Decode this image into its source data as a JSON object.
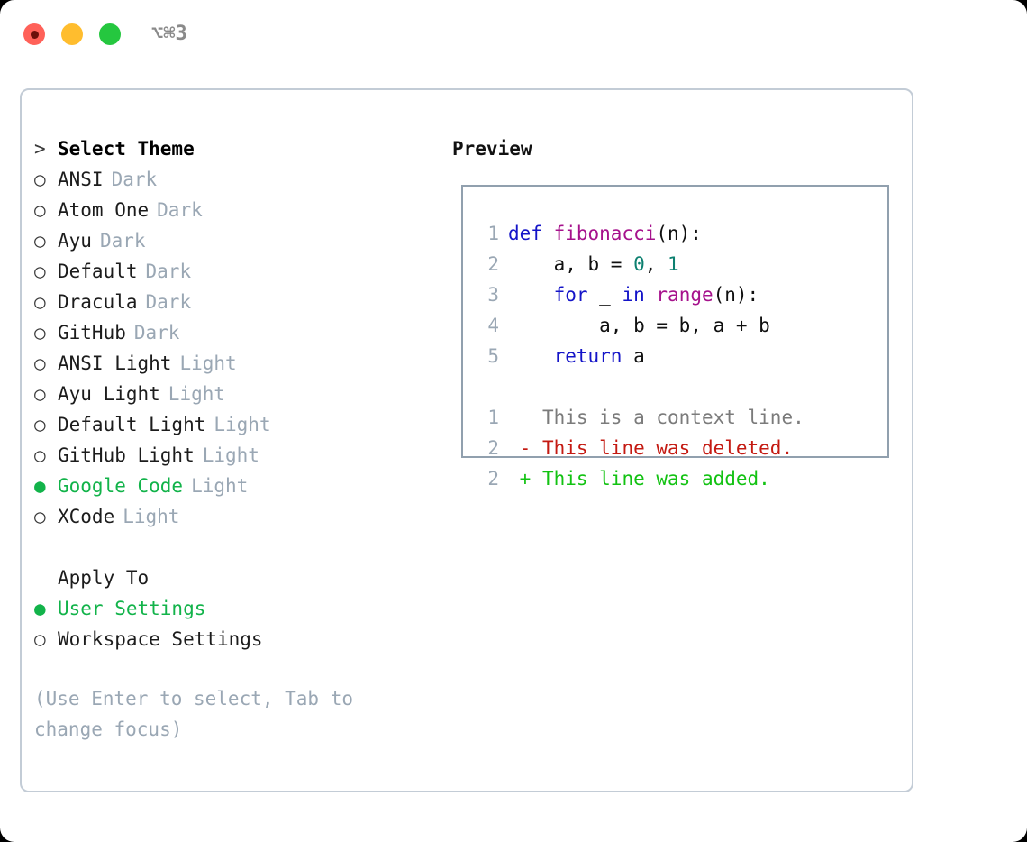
{
  "titlebar": {
    "traffic_lights": [
      "close-red",
      "minimize-yellow",
      "maximize-green"
    ],
    "shortcut": "⌥⌘3"
  },
  "theme_picker": {
    "heading_marker": ">",
    "heading": "Select Theme",
    "marker_unselected": "○",
    "marker_selected": "●",
    "items": [
      {
        "marker": "○",
        "label": "ANSI",
        "variant": "Dark",
        "selected": false
      },
      {
        "marker": "○",
        "label": "Atom One",
        "variant": "Dark",
        "selected": false
      },
      {
        "marker": "○",
        "label": "Ayu",
        "variant": "Dark",
        "selected": false
      },
      {
        "marker": "○",
        "label": "Default",
        "variant": "Dark",
        "selected": false
      },
      {
        "marker": "○",
        "label": "Dracula",
        "variant": "Dark",
        "selected": false
      },
      {
        "marker": "○",
        "label": "GitHub",
        "variant": "Dark",
        "selected": false
      },
      {
        "marker": "○",
        "label": "ANSI Light",
        "variant": "Light",
        "selected": false
      },
      {
        "marker": "○",
        "label": "Ayu Light",
        "variant": "Light",
        "selected": false
      },
      {
        "marker": "○",
        "label": "Default Light",
        "variant": "Light",
        "selected": false
      },
      {
        "marker": "○",
        "label": "GitHub Light",
        "variant": "Light",
        "selected": false
      },
      {
        "marker": "●",
        "label": "Google Code",
        "variant": "Light",
        "selected": true
      },
      {
        "marker": "○",
        "label": "XCode",
        "variant": "Light",
        "selected": false
      }
    ]
  },
  "apply_to": {
    "heading": "Apply To",
    "options": [
      {
        "marker": "●",
        "label": "User Settings",
        "selected": true
      },
      {
        "marker": "○",
        "label": "Workspace Settings",
        "selected": false
      }
    ]
  },
  "hint": {
    "line1": "(Use Enter to select, Tab to",
    "line2": "change focus)"
  },
  "preview": {
    "title": "Preview",
    "code_lines": [
      {
        "n": "1",
        "tokens": [
          {
            "t": "def ",
            "c": "kw"
          },
          {
            "t": "fibonacci",
            "c": "fn"
          },
          {
            "t": "(n):",
            "c": "pl"
          }
        ]
      },
      {
        "n": "2",
        "tokens": [
          {
            "t": "    a, b = ",
            "c": "pl"
          },
          {
            "t": "0",
            "c": "num"
          },
          {
            "t": ", ",
            "c": "pl"
          },
          {
            "t": "1",
            "c": "num"
          }
        ]
      },
      {
        "n": "3",
        "tokens": [
          {
            "t": "    ",
            "c": "pl"
          },
          {
            "t": "for",
            "c": "kw"
          },
          {
            "t": " _ ",
            "c": "pl"
          },
          {
            "t": "in",
            "c": "kw"
          },
          {
            "t": " ",
            "c": "pl"
          },
          {
            "t": "range",
            "c": "fn"
          },
          {
            "t": "(n):",
            "c": "pl"
          }
        ]
      },
      {
        "n": "4",
        "tokens": [
          {
            "t": "        a, b = b, a + b",
            "c": "pl"
          }
        ]
      },
      {
        "n": "5",
        "tokens": [
          {
            "t": "    ",
            "c": "pl"
          },
          {
            "t": "return",
            "c": "kw"
          },
          {
            "t": " a",
            "c": "pl"
          }
        ]
      }
    ],
    "diff_lines": [
      {
        "n": "1",
        "sign": " ",
        "text": " This is a context line.",
        "kind": "ctx"
      },
      {
        "n": "2",
        "sign": "-",
        "text": " This line was deleted.",
        "kind": "del"
      },
      {
        "n": "2",
        "sign": "+",
        "text": " This line was added.",
        "kind": "add"
      }
    ]
  },
  "colors": {
    "accent_green": "#12b34a",
    "muted": "#9aa7b4",
    "border": "#c3ccd6",
    "preview_border": "#91a0ae",
    "keyword": "#1414c8",
    "function": "#a6128c",
    "number": "#0d8070",
    "diff_deleted": "#c41a12",
    "diff_added": "#12c212",
    "diff_context": "#7b7b7b",
    "light_red": "#ff6159",
    "light_yellow": "#ffbd2e",
    "light_green": "#25c73f"
  }
}
